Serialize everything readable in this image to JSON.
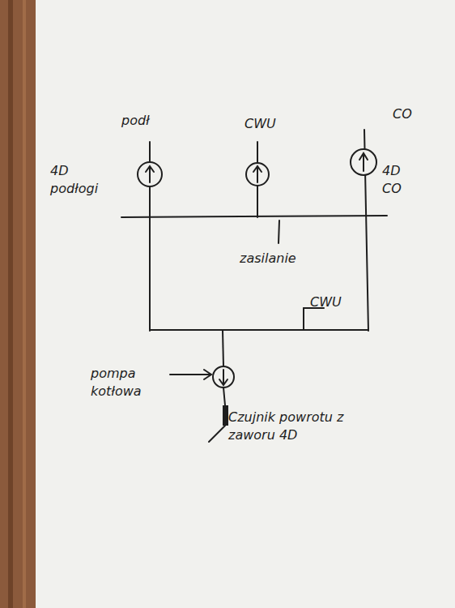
{
  "diagram": {
    "labels": [
      "podł",
      "CWU",
      "CO",
      "4D podłogi",
      "4D CO",
      "zasilanie",
      "CWU",
      "pompa kotłowa",
      "Czujnik powrotu z zaworu 4D"
    ]
  }
}
